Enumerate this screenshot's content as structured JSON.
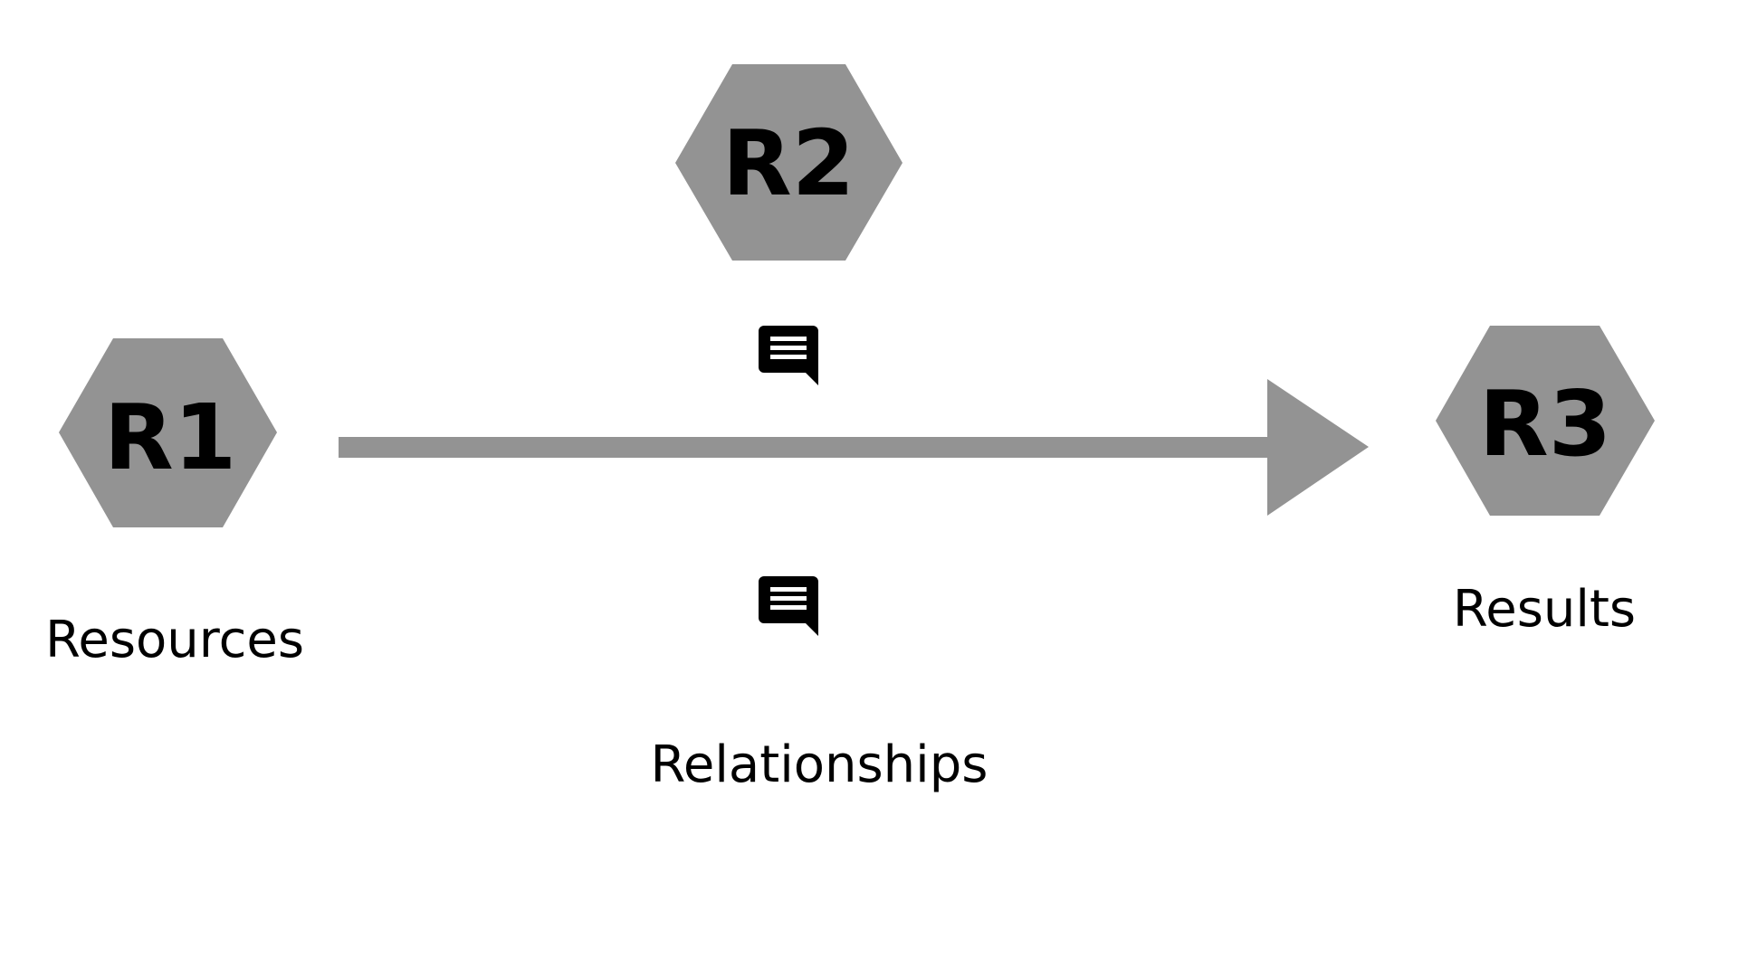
{
  "colors": {
    "background": "#ffffff",
    "shape_fill": "#939393",
    "text": "#000000",
    "icon": "#000000",
    "icon_lines": "#ffffff"
  },
  "nodes": [
    {
      "id": "r1",
      "label": "R1",
      "caption": "Resources"
    },
    {
      "id": "r2",
      "label": "R2",
      "caption": "Relationships"
    },
    {
      "id": "r3",
      "label": "R3",
      "caption": "Results"
    }
  ],
  "connector": {
    "from": "R1",
    "to": "R3",
    "style": "arrow"
  },
  "icons": [
    {
      "name": "comment-icon"
    },
    {
      "name": "comment-icon"
    }
  ]
}
